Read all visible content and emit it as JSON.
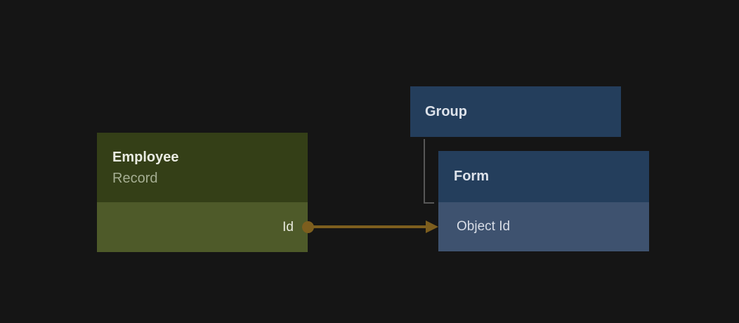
{
  "canvas": {
    "background_color": "#151515"
  },
  "nodes": {
    "employee_record": {
      "title": "Employee",
      "subtitle": "Record",
      "fields": [
        {
          "label": "Id",
          "align": "right"
        }
      ],
      "colors": {
        "header": "#343f17",
        "row": "#4e5a29"
      }
    },
    "group": {
      "title": "Group",
      "colors": {
        "header": "#243e5c"
      }
    },
    "form": {
      "title": "Form",
      "fields": [
        {
          "label": "Object Id",
          "align": "left"
        }
      ],
      "colors": {
        "header": "#243e5c",
        "row": "#3e526f"
      }
    }
  },
  "edges": [
    {
      "id": "employee-id-to-form-object-id",
      "from": "Employee Record / Id",
      "to": "Form / Object Id",
      "color": "#7d5e1e",
      "style": "solid-line-with-source-dot-and-arrowhead"
    },
    {
      "id": "group-to-form",
      "from": "Group",
      "to": "Form",
      "color": "#575757",
      "style": "elbow"
    }
  ]
}
